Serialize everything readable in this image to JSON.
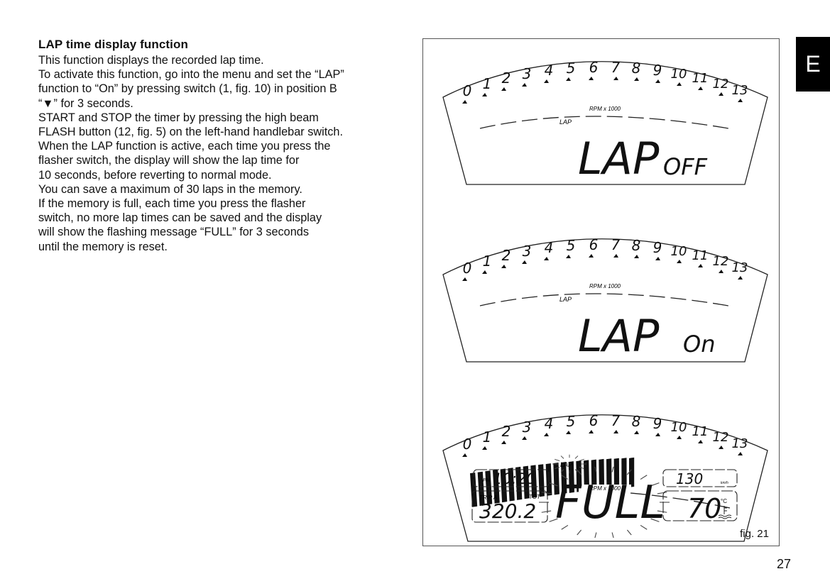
{
  "title": "LAP time display function",
  "paragraph_lines": [
    "This function displays the recorded lap time.",
    "To activate this function, go into the menu and set the “LAP”",
    "function to “On” by pressing switch (1, fig. 10) in position B",
    "“▼” for 3 seconds.",
    "START and STOP the timer by pressing the high beam",
    "FLASH button (12, fig. 5) on the left-hand handlebar switch.",
    "When the LAP function is active, each time you press the",
    "flasher switch, the display will show the lap time for",
    "10 seconds, before reverting to normal mode.",
    "You can save a maximum of 30 laps in the memory.",
    "If the memory is full, each time you press the flasher",
    "switch, no more lap times can be saved and the display",
    "will show the flashing message “FULL” for 3 seconds",
    "until the memory is reset."
  ],
  "figure": {
    "caption": "fig. 21",
    "rpm_numbers": [
      "0",
      "1",
      "2",
      "3",
      "4",
      "5",
      "6",
      "7",
      "8",
      "9",
      "10",
      "11",
      "12",
      "13"
    ],
    "rpm_label": "RPM x 1000",
    "panels": [
      {
        "indicator": "LAP",
        "main_text": "LAP",
        "state_text": "OFF"
      },
      {
        "indicator": "LAP",
        "main_text": "LAP",
        "state_text": "On"
      },
      {
        "indicator": "LAP",
        "main_text": "FULL",
        "clock_prefix": "PM",
        "clock": "10:20",
        "trip_label": "TRIP A",
        "tot_label": "TOT",
        "trip_value": "320.2",
        "speed": "130",
        "speed_unit": "km/h",
        "temperature": "70",
        "temp_unit": "°C",
        "rpm_bar_fraction": 0.615
      }
    ]
  },
  "side_tab": "E",
  "page_number": "27"
}
